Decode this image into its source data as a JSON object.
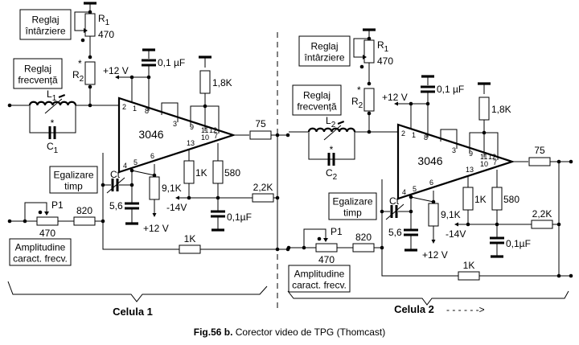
{
  "figure": {
    "caption_prefix": "Fig.56 b.",
    "caption_text": " Corector  video de TPG (Thomcast)"
  },
  "cells": [
    {
      "name": "Celula 1",
      "ic": "3046",
      "pins": [
        "2",
        "1",
        "8",
        "3",
        "9",
        "11",
        "12",
        "10",
        "7",
        "13",
        "4",
        "5",
        "6"
      ],
      "boxes": {
        "delay": [
          "Reglaj",
          "întârziere"
        ],
        "freq": [
          "Reglaj",
          "frecvență"
        ],
        "eq": [
          "Egalizare",
          "timp"
        ],
        "amp": [
          "Amplitudine",
          "caract. frecv."
        ]
      },
      "r1": {
        "name": "R",
        "sub": "1",
        "value": "470"
      },
      "r2": {
        "name": "R",
        "sub": "2",
        "star": "*"
      },
      "l": {
        "name": "L",
        "sub": "1"
      },
      "c": {
        "name": "C",
        "sub": "1",
        "star": "*"
      },
      "supply_pos": "+12 V",
      "cap_top": "0,1 µF",
      "r_top": "1,8K",
      "r_out": "75",
      "r_13": "1K",
      "r_10": "580",
      "r_6": "9,1K",
      "supply_neg": "-14V",
      "supply_pos_bottom": "+12 V",
      "cap_bottom": "0,1µF",
      "r_fb": "2,2K",
      "r_bottom": "1K",
      "ct": "Ct",
      "c_56": "5,6",
      "p1": "P1",
      "p1_value": "470",
      "r_820": "820"
    },
    {
      "name": "Celula 2",
      "ic": "3046",
      "pins": [
        "2",
        "1",
        "8",
        "3",
        "9",
        "11",
        "12",
        "10",
        "7",
        "13",
        "4",
        "5",
        "6"
      ],
      "boxes": {
        "delay": [
          "Reglaj",
          "întârziere"
        ],
        "freq": [
          "Reglaj",
          "frecvență"
        ],
        "eq": [
          "Egalizare",
          "timp"
        ],
        "amp": [
          "Amplitudine",
          "caract. frecv."
        ]
      },
      "r1": {
        "name": "R",
        "sub": "1",
        "value": "470"
      },
      "r2": {
        "name": "R",
        "sub": "2",
        "star": "*"
      },
      "l": {
        "name": "L",
        "sub": "2"
      },
      "c": {
        "name": "C",
        "sub": "2",
        "star": "*"
      },
      "supply_pos": "+12 V",
      "cap_top": "0,1 µF",
      "r_top": "1,8K",
      "r_out": "75",
      "r_13": "1K",
      "r_10": "580",
      "r_6": "9,1K",
      "supply_neg": "-14V",
      "supply_pos_bottom": "+12 V",
      "cap_bottom": "0,1µF",
      "r_fb": "2,2K",
      "r_bottom": "1K",
      "ct": "Ct",
      "c_56": "5,6",
      "p1": "P1",
      "p1_value": "470",
      "r_820": "820"
    }
  ],
  "continuation_arrow": "- - - - - ->"
}
